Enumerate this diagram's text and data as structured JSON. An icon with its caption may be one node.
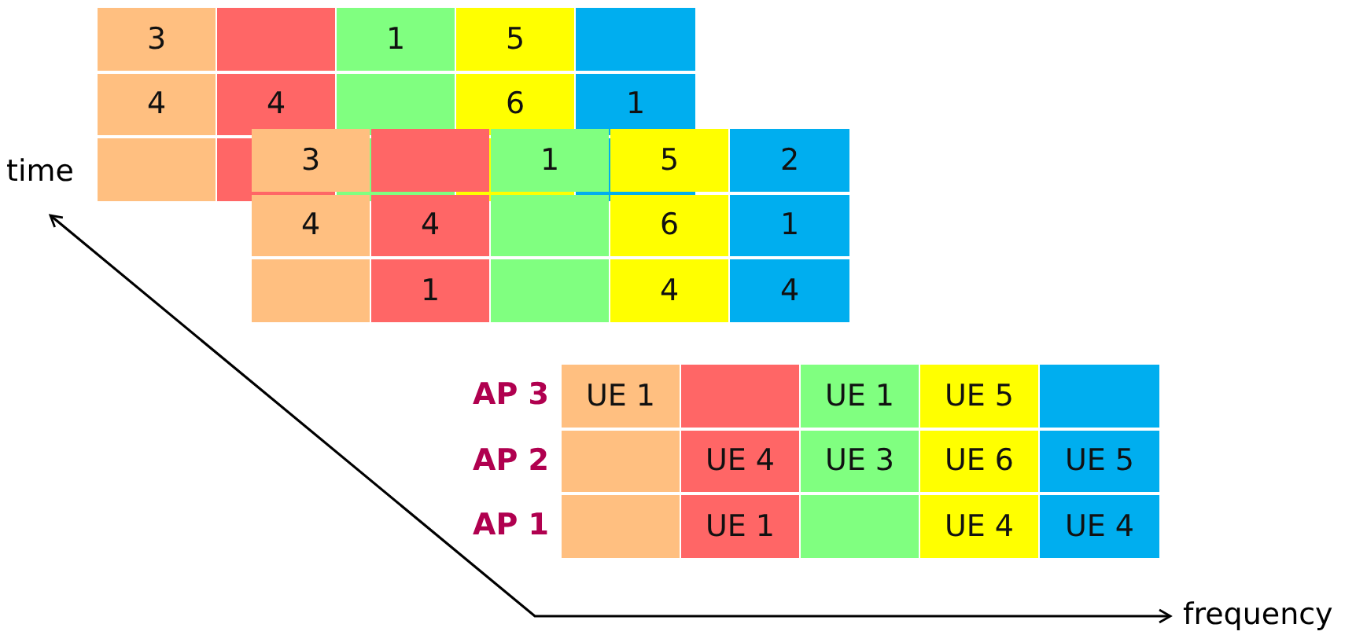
{
  "diagram": {
    "labels": [
      "3",
      "1",
      "5",
      "4",
      "4",
      "6",
      "1",
      "time",
      "3",
      "1",
      "5",
      "2",
      "4",
      "4",
      "6",
      "1",
      "1",
      "4",
      "4",
      "AP 3",
      "UE 1",
      "UE 1",
      "UE 5",
      "AP 2",
      "UE 4",
      "UE 3",
      "UE 6",
      "UE 5",
      "AP 1",
      "UE 1",
      "UE 4",
      "UE 4",
      "frequency"
    ]
  }
}
